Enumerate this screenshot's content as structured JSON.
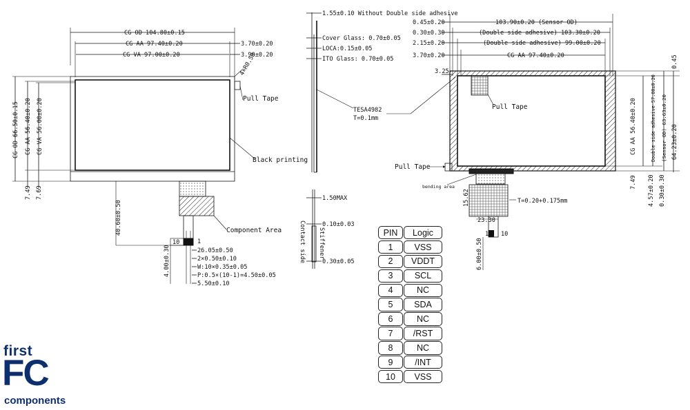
{
  "left_view": {
    "dims": {
      "cg_od_w": "CG OD 104.80±0.15",
      "cg_aa_w": "CG AA 97.40±0.20",
      "cg_va_w": "CG  VA  97.00±0.20",
      "r_370": "3.70±0.20",
      "r_390": "3.90±0.20",
      "radius": "4×R0.50",
      "cg_od_h": "CG OD 66.50±0.15",
      "cg_aa_h": "CG AA 56.40±0.20",
      "cg_va_h": "CG  VA  56.00±0.20",
      "h_749": "7.49",
      "h_769": "7.69",
      "fpc_len": "40.60±0.50",
      "fpc_w": "26.05±0.50",
      "tab_2x": "2×0.50±0.10",
      "pad_w": "W:10×0.35±0.05",
      "pitch": "P:0.5×(10-1)=4.50±0.05",
      "end_w": "5.50±0.10",
      "h_400": "4.00±0.30",
      "pin_10": "10",
      "pin_1": "1"
    },
    "callouts": {
      "pull_tape": "Pull Tape",
      "black_printing": "Black printing",
      "component_area": "Component Area"
    }
  },
  "side_view": {
    "dims": {
      "without_adhesive": "1.55±0.10 Without Double side adhesive",
      "cover_glass": "Cover Glass: 0.70±0.05",
      "loca": "LOCA:0.15±0.05",
      "ito_glass": "ITO Glass: 0.70±0.05",
      "tesa": "TESA4982",
      "tesa_t": "T=0.1mm",
      "max": "1.50MAX",
      "stiff_t": "0.10±0.03",
      "contact_side": "Contact side",
      "stiffener": "Stiffener",
      "stiff_b": "0.30±0.05"
    }
  },
  "right_view": {
    "dims": {
      "sensor_od_w": "103.90±0.20 (Sensor OD)",
      "r_045": "0.45±0.20",
      "r_030": "0.30±0.30",
      "adh_10330": "(Double side adhesive) 103.30±0.20",
      "r_215": "2.15±0.20",
      "adh_9900": "(Double side adhesive) 99.00±0.20",
      "r_370": "3.70±0.20",
      "cg_aa_w": "CG AA  97.40±0.20",
      "r_325": "3.25",
      "cg_aa_h": "CG AA 56.40±0.20",
      "adh_5780": "Double side adhesive 57.80±0.20",
      "sensor_od_h": "(Sensor OD) 63.63±0.20",
      "r_6423": "64.23±0.20",
      "top_045": "0.45",
      "h_749": "7.49",
      "h_457": "4.57±0.20",
      "h_030": "0.30±0.30",
      "fpc_h": "15.62",
      "t_thick": "T=0.20+0.175mm",
      "fpc_w": "23.30",
      "end_h": "6.00±0.50",
      "pin_1": "1",
      "pin_10": "10"
    },
    "callouts": {
      "pull_tape_top": "Pull Tape",
      "pull_tape_left": "Pull Tape",
      "bending_area": "bending area"
    }
  },
  "pin_table": {
    "headers": [
      "PIN",
      "Logic"
    ],
    "rows": [
      {
        "pin": "1",
        "logic": "VSS"
      },
      {
        "pin": "2",
        "logic": "VDDT"
      },
      {
        "pin": "3",
        "logic": "SCL"
      },
      {
        "pin": "4",
        "logic": "NC"
      },
      {
        "pin": "5",
        "logic": "SDA"
      },
      {
        "pin": "6",
        "logic": "NC"
      },
      {
        "pin": "7",
        "logic": "/RST"
      },
      {
        "pin": "8",
        "logic": "NC"
      },
      {
        "pin": "9",
        "logic": "/INT"
      },
      {
        "pin": "10",
        "logic": "VSS"
      }
    ]
  },
  "logo": {
    "first": "first",
    "fc": "FC",
    "components": "components",
    "color": "#0e2f6e"
  }
}
